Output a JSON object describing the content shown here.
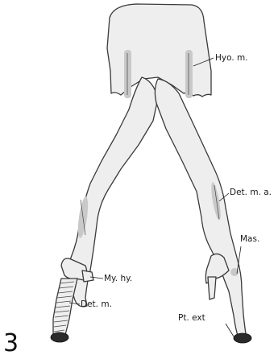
{
  "figure": {
    "number": "3",
    "labels": {
      "hyo_m": "Hyo. m.",
      "det_m_a": "Det. m. a.",
      "mas": "Mas.",
      "my_hy": "My. hy.",
      "det_m": "Det. m.",
      "pt_ext": "Pt. ext"
    }
  }
}
